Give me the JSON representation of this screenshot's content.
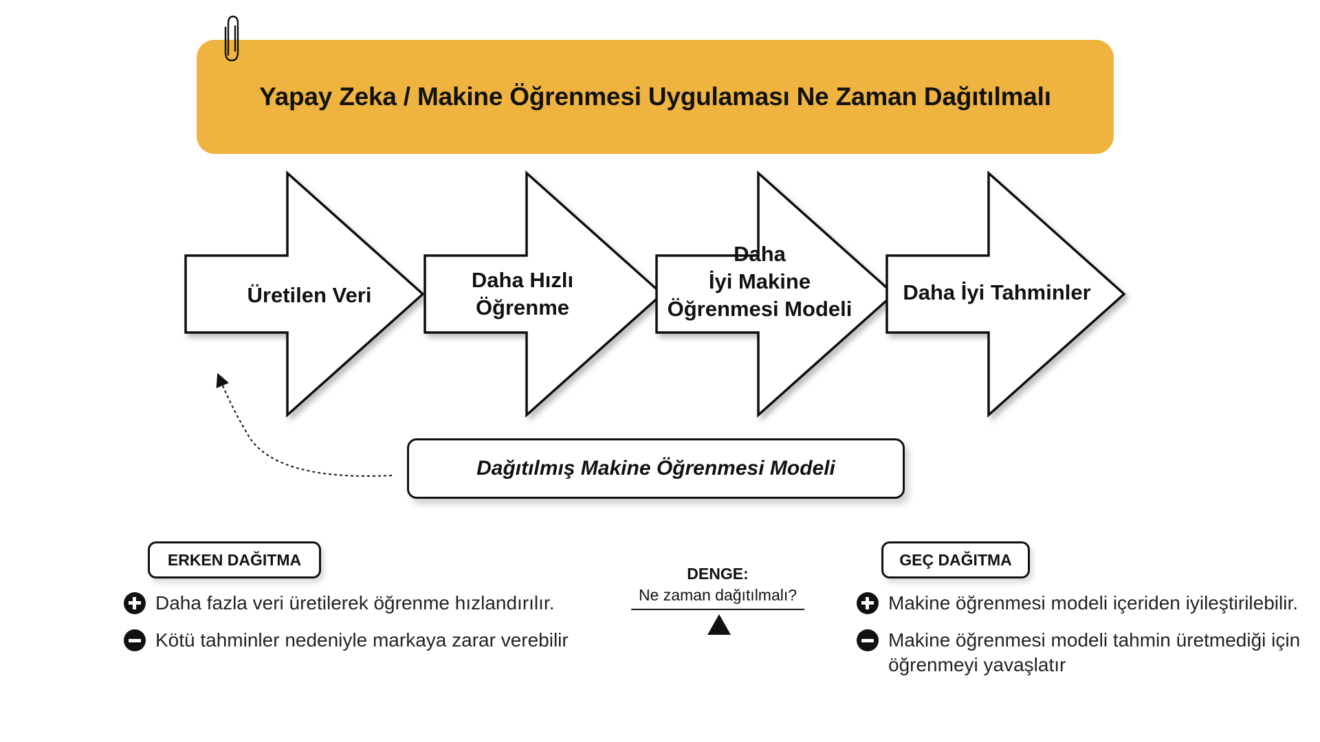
{
  "header": {
    "title": "Yapay Zeka / Makine Öğrenmesi Uygulaması Ne Zaman Dağıtılmalı"
  },
  "flow": {
    "steps": [
      {
        "label": "Üretilen Veri"
      },
      {
        "label": "Daha Hızlı\nÖğrenme"
      },
      {
        "label": "Daha\nİyi Makine\nÖğrenmesi Modeli"
      },
      {
        "label": "Daha İyi Tahminler"
      }
    ]
  },
  "model": {
    "label": "Dağıtılmış Makine Öğrenmesi Modeli"
  },
  "early": {
    "title": "ERKEN DAĞITMA",
    "pros": "Daha fazla veri üretilerek öğrenme hızlandırılır.",
    "cons": "Kötü tahminler nedeniyle markaya zarar verebilir"
  },
  "balance": {
    "title": "DENGE:",
    "question": "Ne zaman dağıtılmalı?"
  },
  "late": {
    "title": "GEÇ DAĞITMA",
    "pros": "Makine öğrenmesi modeli içeriden iyileştirilebilir.",
    "cons": "Makine öğrenmesi modeli tahmin üretmediği için\nöğrenmeyi yavaşlatır"
  },
  "colors": {
    "banner": "#efb33f",
    "ink": "#111111"
  },
  "icons": [
    "paperclip-icon",
    "plus-circle-icon",
    "minus-circle-icon",
    "fulcrum-triangle-icon"
  ]
}
